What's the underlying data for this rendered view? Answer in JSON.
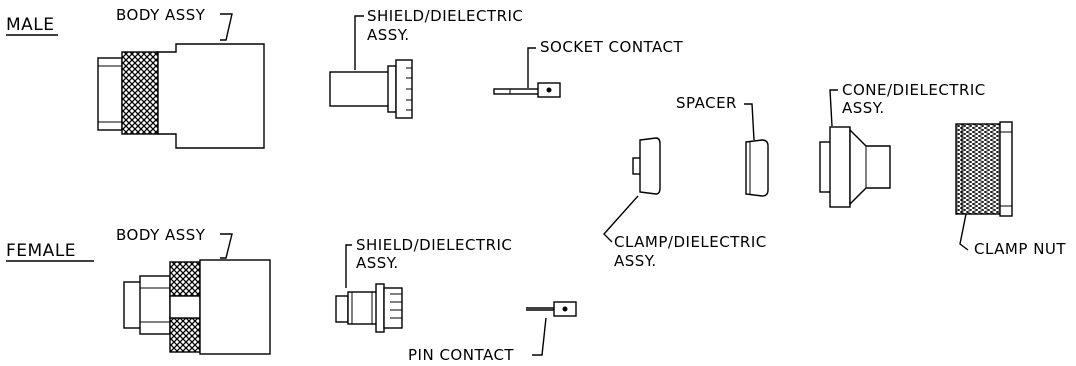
{
  "headings": {
    "male": "MALE",
    "female": "FEMALE"
  },
  "labels": {
    "body_assy_male": "BODY ASSY",
    "body_assy_female": "BODY ASSY",
    "shield_male_line1": "SHIELD/DIELECTRIC",
    "shield_male_line2": "ASSY.",
    "shield_female_line1": "SHIELD/DIELECTRIC",
    "shield_female_line2": "ASSY.",
    "socket_contact": "SOCKET CONTACT",
    "pin_contact": "PIN CONTACT",
    "spacer": "SPACER",
    "cone_line1": "CONE/DIELECTRIC",
    "cone_line2": "ASSY.",
    "clamp_line1": "CLAMP/DIELECTRIC",
    "clamp_line2": "ASSY.",
    "clamp_nut": "CLAMP NUT"
  }
}
